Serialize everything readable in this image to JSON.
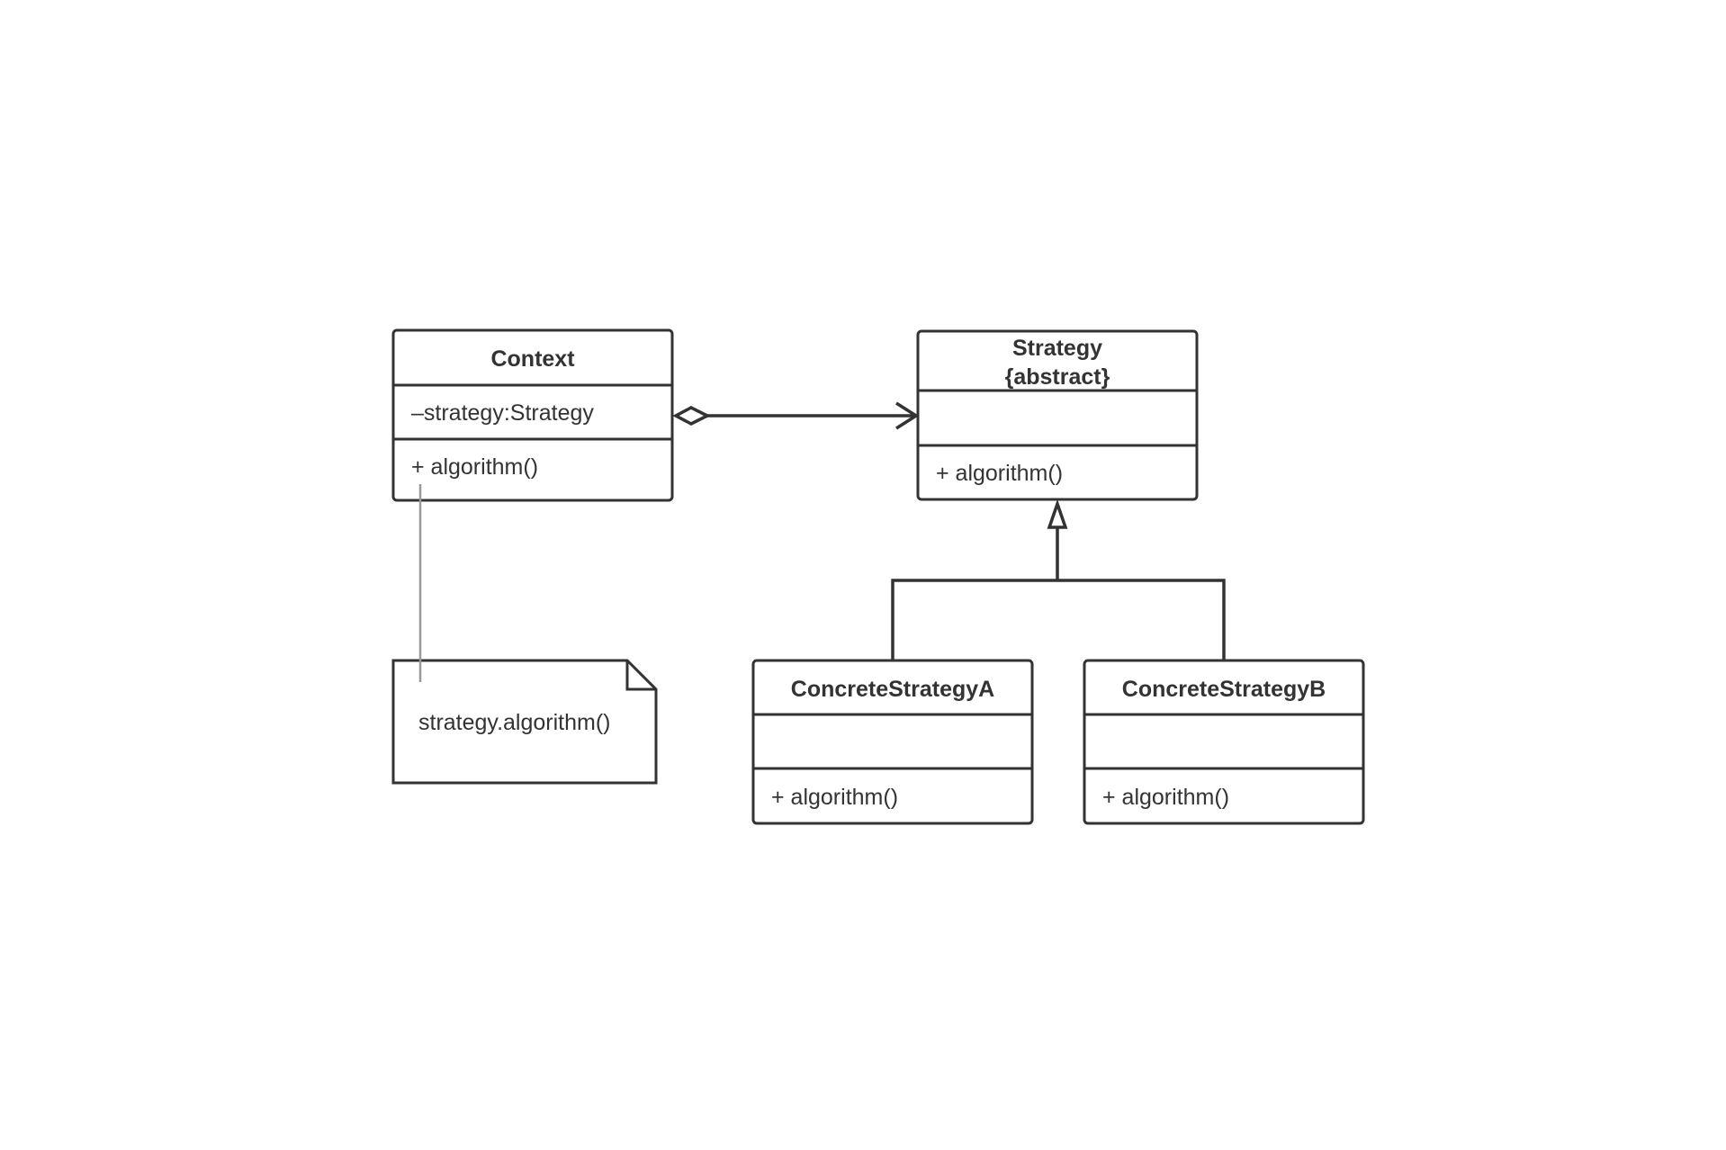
{
  "context": {
    "name": "Context",
    "attribute": "–strategy:Strategy",
    "operation": "+ algorithm()"
  },
  "strategy": {
    "name": "Strategy",
    "stereotype": "{abstract}",
    "operation": "+ algorithm()"
  },
  "concrete_a": {
    "name": "ConcreteStrategyA",
    "operation": "+ algorithm()"
  },
  "concrete_b": {
    "name": "ConcreteStrategyB",
    "operation": "+ algorithm()"
  },
  "note": {
    "text": "strategy.algorithm()"
  },
  "colors": {
    "stroke": "#333333",
    "note_link": "#999999",
    "background": "#ffffff"
  }
}
